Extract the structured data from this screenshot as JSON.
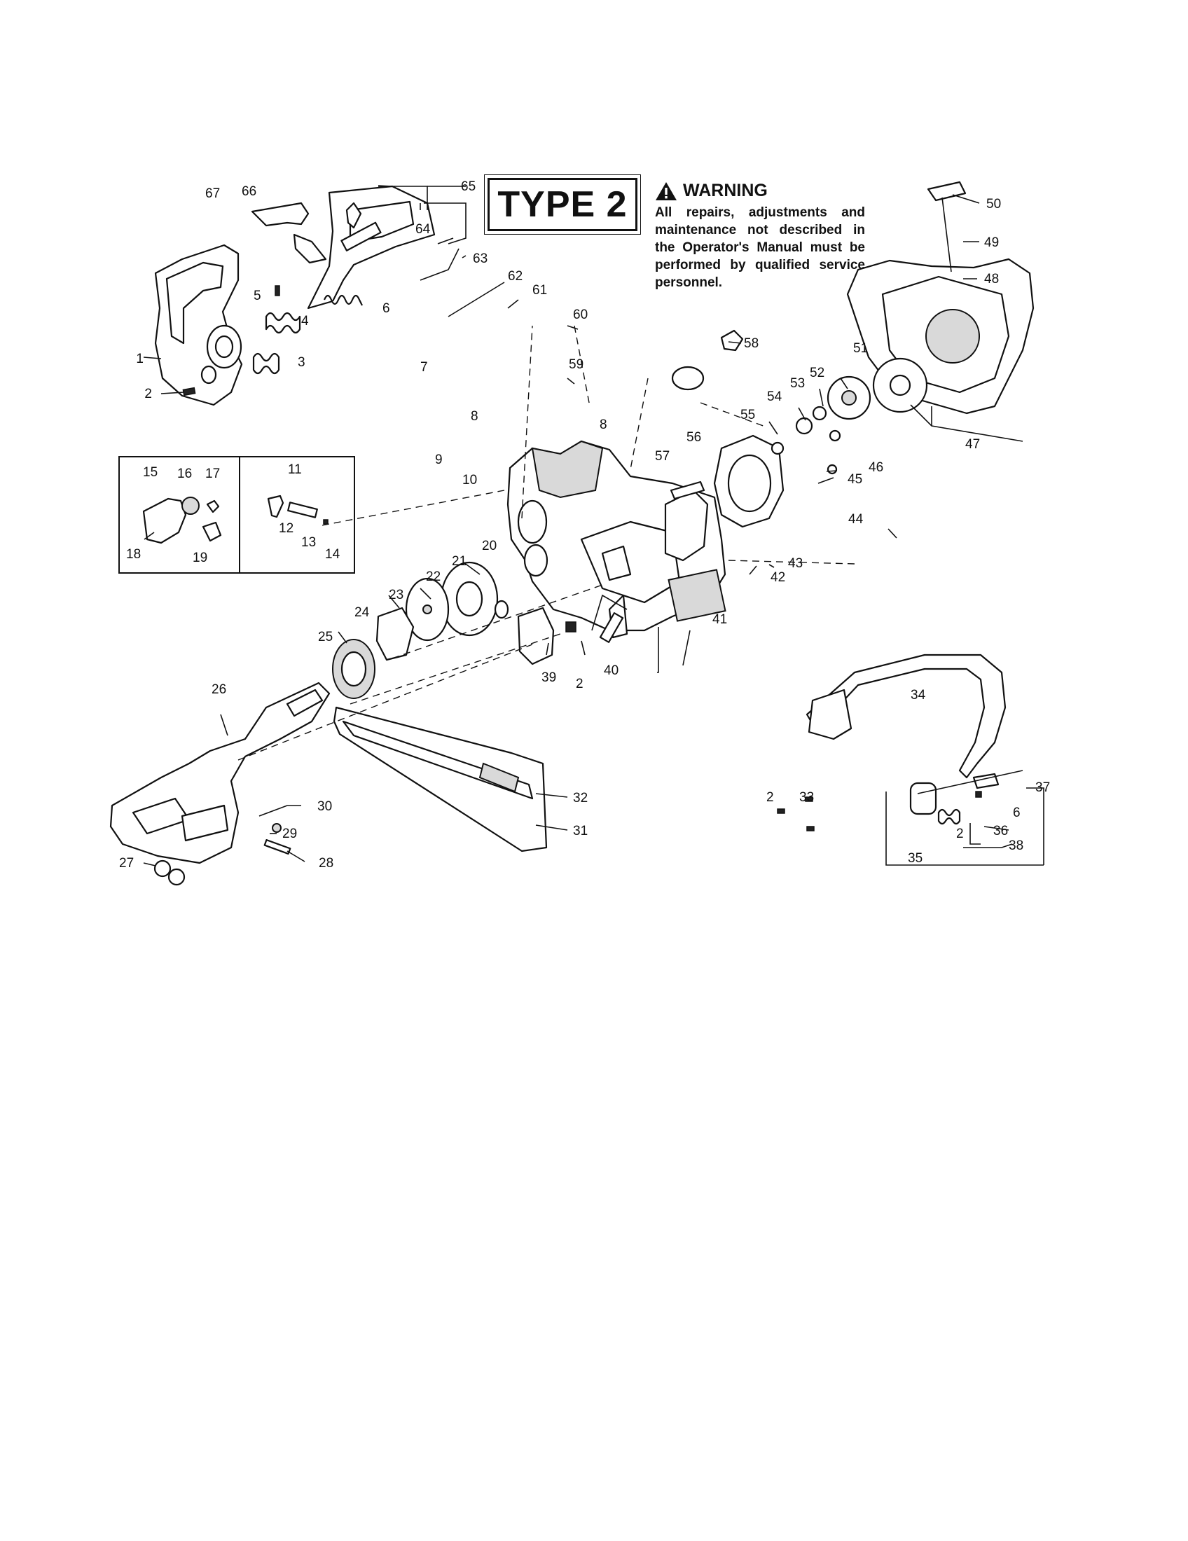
{
  "type_label": "TYPE 2",
  "warning": {
    "title": "WARNING",
    "icon": "warning-triangle-icon",
    "text": "All repairs, adjustments and maintenance not described in the Operator's Manual must be performed by qualified service personnel."
  },
  "callouts": {
    "c1": "1",
    "c2a": "2",
    "c2b": "2",
    "c2c": "2",
    "c2d": "2",
    "c3": "3",
    "c4": "4",
    "c5": "5",
    "c6a": "6",
    "c6b": "6",
    "c7": "7",
    "c8a": "8",
    "c8b": "8",
    "c9": "9",
    "c10": "10",
    "c11": "11",
    "c12": "12",
    "c13": "13",
    "c14": "14",
    "c15": "15",
    "c16": "16",
    "c17": "17",
    "c18": "18",
    "c19": "19",
    "c20": "20",
    "c21": "21",
    "c22": "22",
    "c23": "23",
    "c24": "24",
    "c25": "25",
    "c26": "26",
    "c27": "27",
    "c28": "28",
    "c29": "29",
    "c30": "30",
    "c31": "31",
    "c32": "32",
    "c33": "33",
    "c34": "34",
    "c35": "35",
    "c36": "36",
    "c37": "37",
    "c38": "38",
    "c39": "39",
    "c40": "40",
    "c41": "41",
    "c42": "42",
    "c43": "43",
    "c44": "44",
    "c45": "45",
    "c46": "46",
    "c47": "47",
    "c48": "48",
    "c49": "49",
    "c50": "50",
    "c51": "51",
    "c52": "52",
    "c53": "53",
    "c54": "54",
    "c55": "55",
    "c56": "56",
    "c57": "57",
    "c58": "58",
    "c59": "59",
    "c60": "60",
    "c61": "61",
    "c62": "62",
    "c63": "63",
    "c64": "64",
    "c65": "65",
    "c66": "66",
    "c67": "67"
  }
}
